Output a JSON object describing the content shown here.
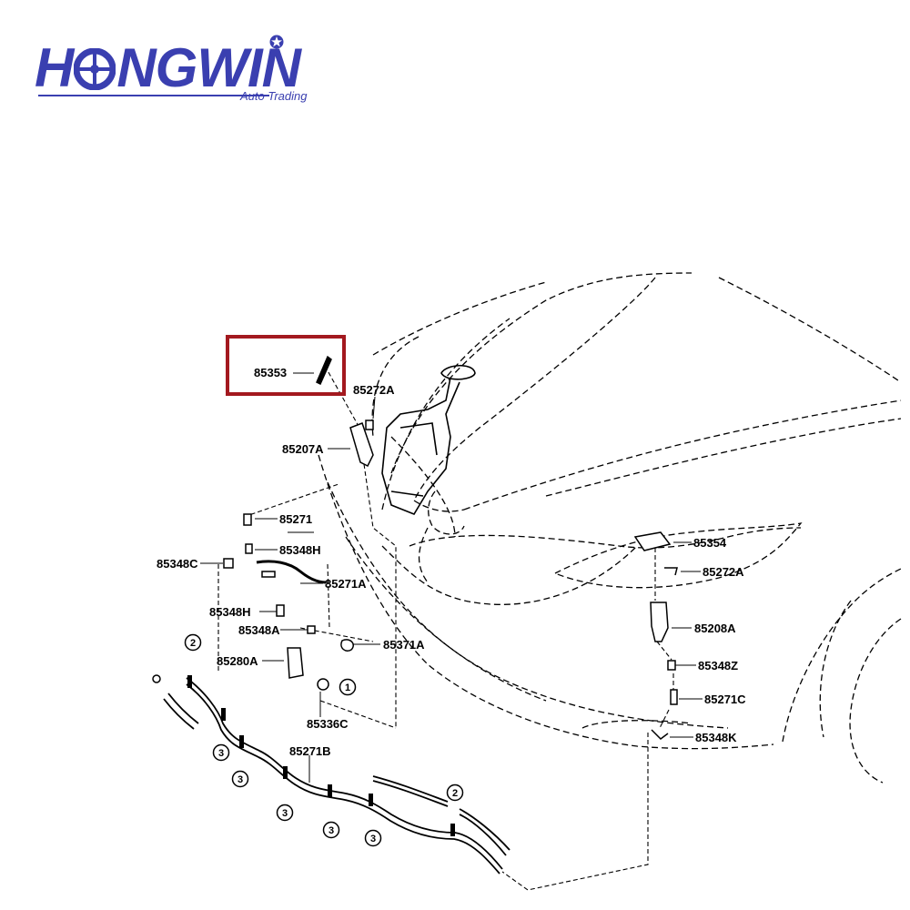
{
  "brand": {
    "name_before": "H",
    "name_after": "NGWIN",
    "tagline": "Auto Trading",
    "color": "#3a3fb0",
    "highlight_color": "#a3191f"
  },
  "parts": [
    {
      "id": "p85353",
      "number": "85353",
      "highlighted": true
    },
    {
      "id": "p85272A_1",
      "number": "85272A"
    },
    {
      "id": "p85207A",
      "number": "85207A"
    },
    {
      "id": "p85271",
      "number": "85271"
    },
    {
      "id": "p85348H_1",
      "number": "85348H"
    },
    {
      "id": "p85348C",
      "number": "85348C"
    },
    {
      "id": "p85271A",
      "number": "85271A"
    },
    {
      "id": "p85348H_2",
      "number": "85348H"
    },
    {
      "id": "p85348A",
      "number": "85348A"
    },
    {
      "id": "p85280A",
      "number": "85280A"
    },
    {
      "id": "p85371A",
      "number": "85371A"
    },
    {
      "id": "p85336C",
      "number": "85336C"
    },
    {
      "id": "p85271B",
      "number": "85271B"
    },
    {
      "id": "p85354",
      "number": "85354"
    },
    {
      "id": "p85272A_2",
      "number": "85272A"
    },
    {
      "id": "p85208A",
      "number": "85208A"
    },
    {
      "id": "p85348Z",
      "number": "85348Z"
    },
    {
      "id": "p85271C",
      "number": "85271C"
    },
    {
      "id": "p85348K",
      "number": "85348K"
    }
  ],
  "callouts": [
    "1",
    "2",
    "2",
    "3",
    "3",
    "3",
    "3",
    "3"
  ]
}
